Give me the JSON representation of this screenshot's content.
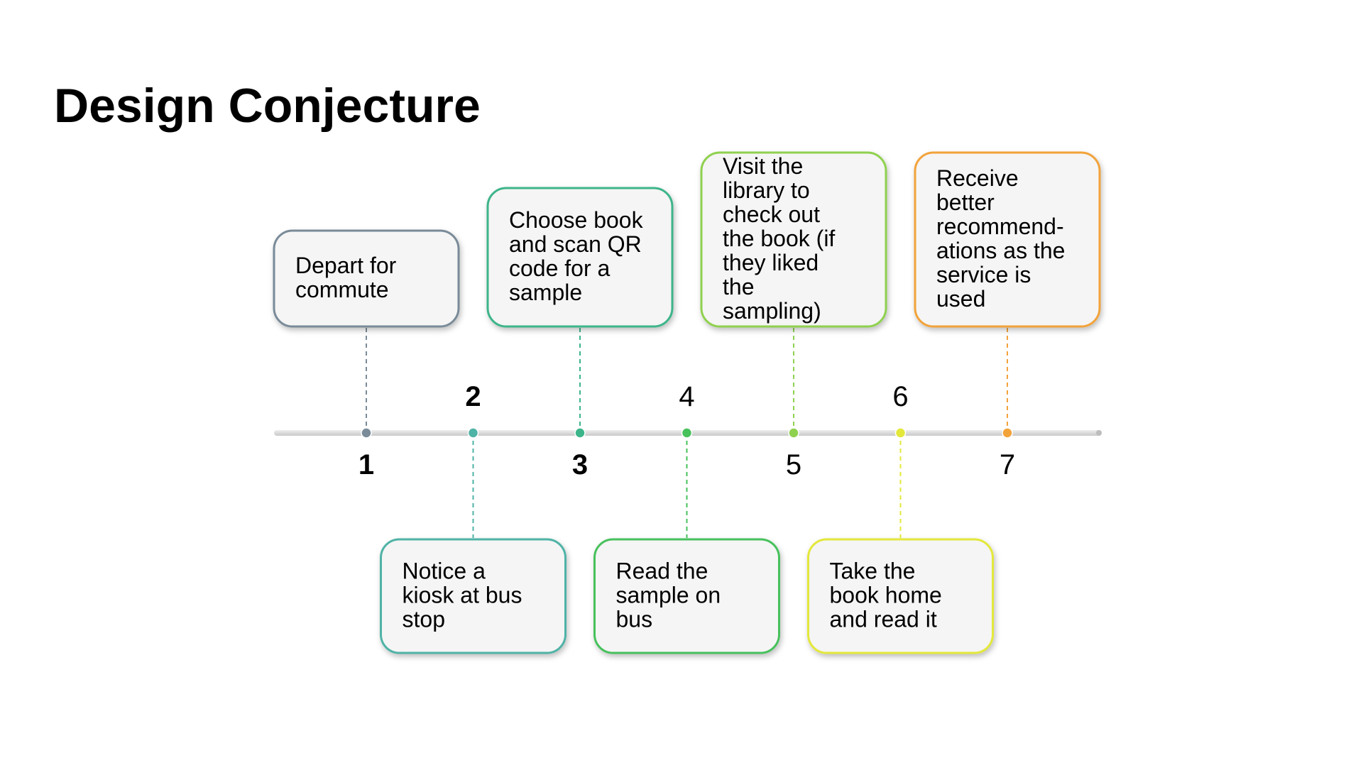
{
  "title": "Design Conjecture",
  "colors": {
    "axis": "#d9d9d9",
    "box_fill": "#f5f5f5",
    "text": "#000000"
  },
  "steps": [
    {
      "number": "1",
      "lines": [
        "Depart for",
        "commute"
      ],
      "color": "#7a8b99",
      "number_bold": true
    },
    {
      "number": "2",
      "lines": [
        "Notice a",
        "kiosk at bus",
        "stop"
      ],
      "color": "#4fb3a6",
      "number_bold": true
    },
    {
      "number": "3",
      "lines": [
        "Choose book",
        "and scan QR",
        "code for a",
        "sample"
      ],
      "color": "#3db58a",
      "number_bold": true
    },
    {
      "number": "4",
      "lines": [
        "Read the",
        "sample on",
        "bus"
      ],
      "color": "#47c15b",
      "number_bold": false
    },
    {
      "number": "5",
      "lines": [
        "Visit the",
        "library to",
        "check out",
        "the book (if",
        "they liked",
        "the",
        "sampling)"
      ],
      "color": "#8fd14f",
      "number_bold": false
    },
    {
      "number": "6",
      "lines": [
        "Take the",
        "book home",
        "and read it"
      ],
      "color": "#e3e83a",
      "number_bold": false
    },
    {
      "number": "7",
      "lines": [
        "Receive",
        "better",
        "recommend-",
        "ations as the",
        "service is",
        "used"
      ],
      "color": "#f2a33a",
      "number_bold": false
    }
  ]
}
